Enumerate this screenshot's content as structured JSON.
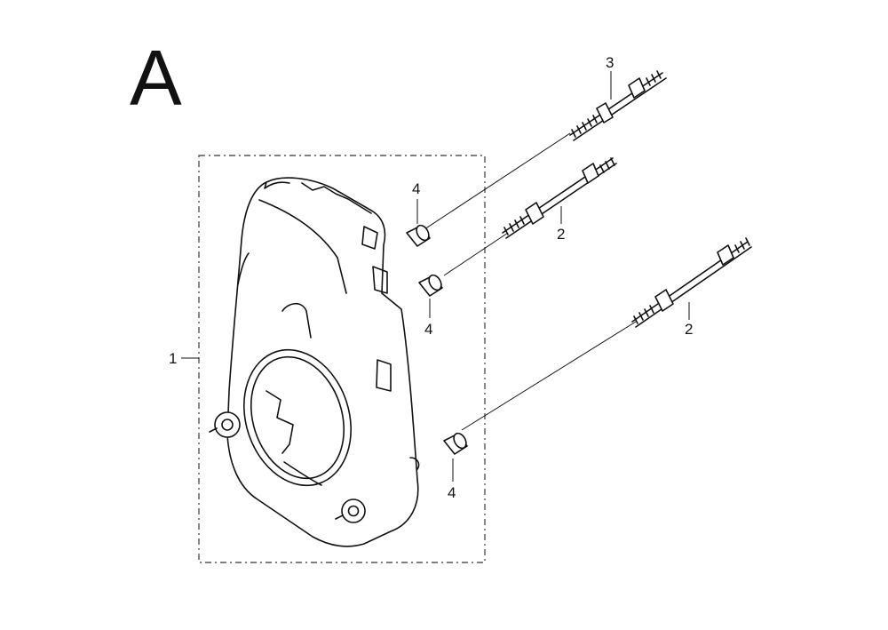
{
  "view_label": "A",
  "callouts": {
    "part1": "1",
    "part2_upper": "2",
    "part2_lower": "2",
    "part3": "3",
    "part4_top": "4",
    "part4_middle": "4",
    "part4_bottom": "4"
  }
}
